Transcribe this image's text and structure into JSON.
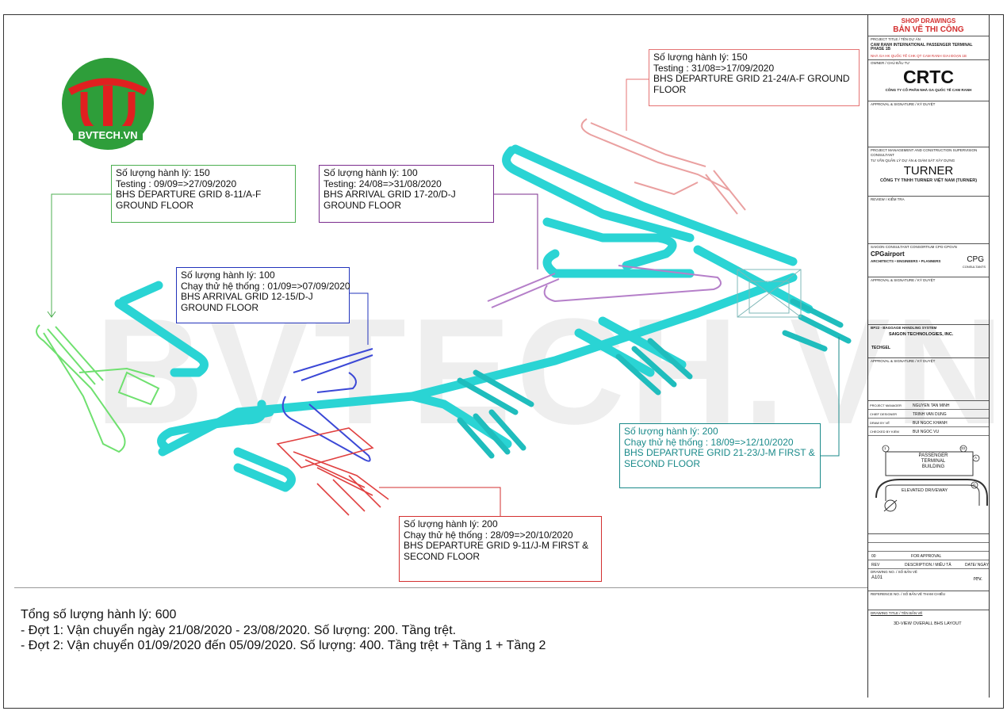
{
  "brand": {
    "logo_text": "BVTECH.VN",
    "watermark": "BVTECH.VN"
  },
  "callouts": {
    "green": {
      "lines": [
        "Số lượng hành lý: 150",
        "Testing : 09/09=>27/09/2020",
        "BHS DEPARTURE GRID 8-11/A-F",
        "GROUND FLOOR"
      ]
    },
    "purple": {
      "lines": [
        "Số lượng hành lý: 100",
        "Testing: 24/08=>31/08/2020",
        "BHS ARRIVAL GRID 17-20/D-J",
        "GROUND FLOOR"
      ]
    },
    "pink": {
      "lines": [
        "Số lượng hành lý: 150",
        "Testing : 31/08=>17/09/2020",
        "BHS DEPARTURE GRID 21-24/A-F GROUND",
        "FLOOR"
      ]
    },
    "blue": {
      "lines": [
        "Số lượng hành lý: 100",
        "Chạy thử hệ thống : 01/09=>07/09/2020",
        "BHS ARRIVAL GRID 12-15/D-J",
        "GROUND FLOOR"
      ]
    },
    "teal": {
      "lines": [
        "Số lượng hành lý: 200",
        "Chạy thử hệ thống : 18/09=>12/10/2020",
        "BHS DEPARTURE GRID 21-23/J-M FIRST &",
        "SECOND FLOOR"
      ]
    },
    "red": {
      "lines": [
        "Số lượng hành lý: 200",
        "Chạy thử hệ thống : 28/09=>20/10/2020",
        "BHS DEPARTURE GRID 9-11/J-M FIRST &",
        "SECOND FLOOR"
      ]
    }
  },
  "summary": {
    "total": "Tổng số lượng hành lý: 600",
    "phase1": "- Đợt 1: Vận chuyển ngày 21/08/2020 - 23/08/2020. Số lượng: 200. Tầng trệt.",
    "phase2": "- Đợt 2: Vận chuyển 01/09/2020 đến 05/09/2020. Số lượng: 400. Tầng trệt + Tầng 1 + Tầng 2"
  },
  "title_block": {
    "shop_drawings": "SHOP DRAWINGS",
    "ban_ve": "BẢN VẼ THI CÔNG",
    "project_title_label": "PROJECT TITLE / TÊN DỰ ÁN",
    "project_en": "CAM RANH INTERNATIONAL PASSENGER TERMINAL PHASE 1B",
    "project_vi": "NHÀ GA HK QUỐC TẾ CHK QT CAM RANH GIAI ĐOẠN 1B",
    "owner_label": "OWNER / CHỦ ĐẦU TƯ",
    "owner": "CRTC",
    "owner_full": "CÔNG TY CỔ PHẦN NHÀ GA QUỐC TẾ CAM RANH",
    "approval": "APPROVAL & SIGNATURE / KÝ DUYỆT",
    "pm_label": "PROJECT MANAGEMENT AND CONSTRUCTION SUPERVISION CONSULTANT",
    "pm_vi": "TƯ VẤN QUẢN LÝ DỰ ÁN & GIÁM SÁT XÂY DỰNG",
    "turner": "TURNER",
    "turner_full": "CÔNG TY TNHH TURNER VIỆT NAM (TURNER)",
    "review": "REVIEW / KIỂM TRA",
    "cpg_label": "SAIGON CONSULTANT CONSORTIUM CPG-CPGVN",
    "cpg_name": "CPGairport",
    "cpg_sub": "ARCHITECTS • ENGINEERS • PLANNERS",
    "cpg_logo": "CPG",
    "cpg_logo_sub": "CONSULTANTS",
    "bhs_label": "BP22 - BAGGAGE HANDLING SYSTEM",
    "bhs_company": "SAIGON TECHNOLOGIES, INC.",
    "techgel": "TECHGEL",
    "roles": [
      {
        "role": "PROJECT MANAGER",
        "name": "NGUYEN TAN MINH"
      },
      {
        "role": "CHIEF DESIGNER",
        "name": "TRINH VAN DUNG"
      },
      {
        "role": "DRAW BY VẼ",
        "name": "BUI NGOC KHANH"
      },
      {
        "role": "CHECKED BY KIỂM",
        "name": "BUI NGOC VU"
      }
    ],
    "map_label_1": "PASSENGER",
    "map_label_2": "TERMINAL",
    "map_label_3": "BUILDING",
    "map_driveway": "ELEVATED DRIVEWAY",
    "map_grid_1": "1",
    "map_grid_2": "33",
    "map_grid_a": "A",
    "map_grid_g": "G",
    "for_approval": "FOR APPROVAL",
    "rev_label": "REV",
    "desc_label": "DESCRIPTION / MIÊU TẢ",
    "date_label": "DATE/ NGÀY",
    "rev_code": "00",
    "drawing_no_label": "DRAWING NO. / SỐ BẢN VẼ",
    "drawing_no": "A101",
    "rev_short": "rev.",
    "reference_label": "REFERENCE NO. / SỐ BẢN VẼ THAM CHIẾU",
    "drawing_title_label": "DRAWING TITLE / TÊN BẢN VẼ",
    "drawing_title": "3D-VIEW OVERALL BHS LAYOUT"
  }
}
